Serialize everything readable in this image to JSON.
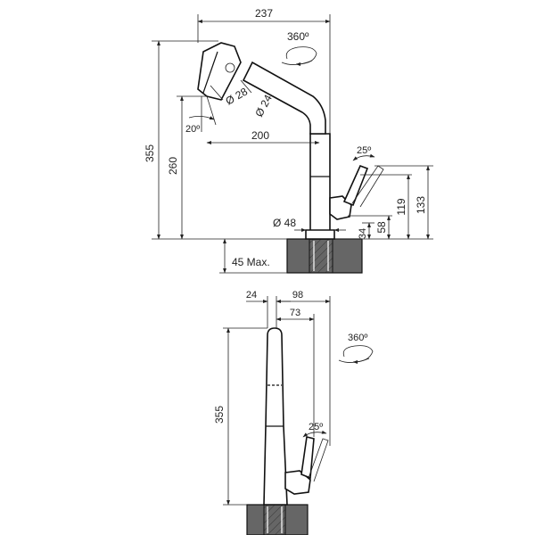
{
  "dimensions": {
    "side_width": "237",
    "side_rotation": "360º",
    "side_total_height": "355",
    "spout_diameter_28": "Ø 28",
    "spout_diameter_24": "Ø 24",
    "spout_tilt_angle": "20º",
    "side_reach": "200",
    "side_spout_height": "260",
    "lever_angle_side": "25º",
    "lever_height_133": "133",
    "lever_height_119": "119",
    "lever_height_58": "58",
    "lever_height_34": "34",
    "base_diameter": "Ø 48",
    "deck_thickness": "45 Max.",
    "front_offset": "24",
    "front_depth": "98",
    "front_lever_depth": "73",
    "front_rotation": "360º",
    "front_total_height": "355",
    "lever_angle_front": "25º"
  }
}
